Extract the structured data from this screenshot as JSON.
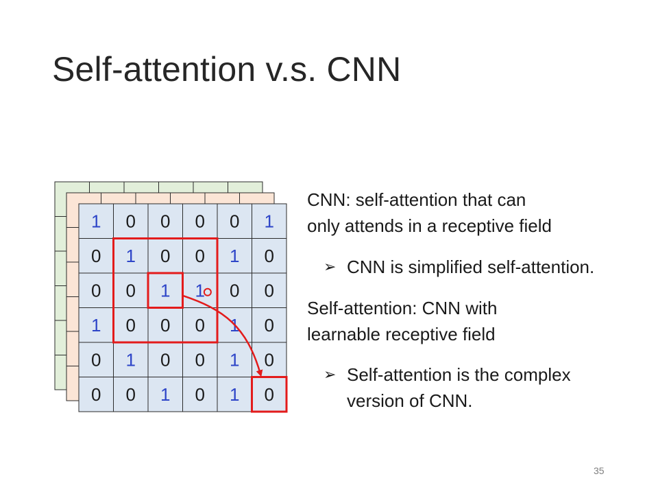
{
  "slide": {
    "title": "Self-attention v.s. CNN",
    "page_number": "35"
  },
  "text": {
    "cnn_line1": "CNN: self-attention that can",
    "cnn_line2": "only attends in a receptive field",
    "bullet1": "CNN is simplified self-attention.",
    "sa_line1": "Self-attention: CNN with",
    "sa_line2": "learnable receptive field",
    "bullet2_line1": "Self-attention is the complex",
    "bullet2_line2": "version of CNN.",
    "bullet_marker": "➢"
  },
  "grid": {
    "rows": [
      [
        "1",
        "0",
        "0",
        "0",
        "0",
        "1"
      ],
      [
        "0",
        "1",
        "0",
        "0",
        "1",
        "0"
      ],
      [
        "0",
        "0",
        "1",
        "1",
        "0",
        "0"
      ],
      [
        "1",
        "0",
        "0",
        "0",
        "1",
        "0"
      ],
      [
        "0",
        "1",
        "0",
        "0",
        "1",
        "0"
      ],
      [
        "0",
        "0",
        "1",
        "0",
        "1",
        "0"
      ]
    ],
    "colors": {
      "front_fill": "#dce6f2",
      "middle_fill": "#fbe5d6",
      "back_fill": "#e2efda",
      "one_color": "#2e45c8",
      "zero_color": "#1a1a1a",
      "highlight": "#e31b1b"
    }
  }
}
